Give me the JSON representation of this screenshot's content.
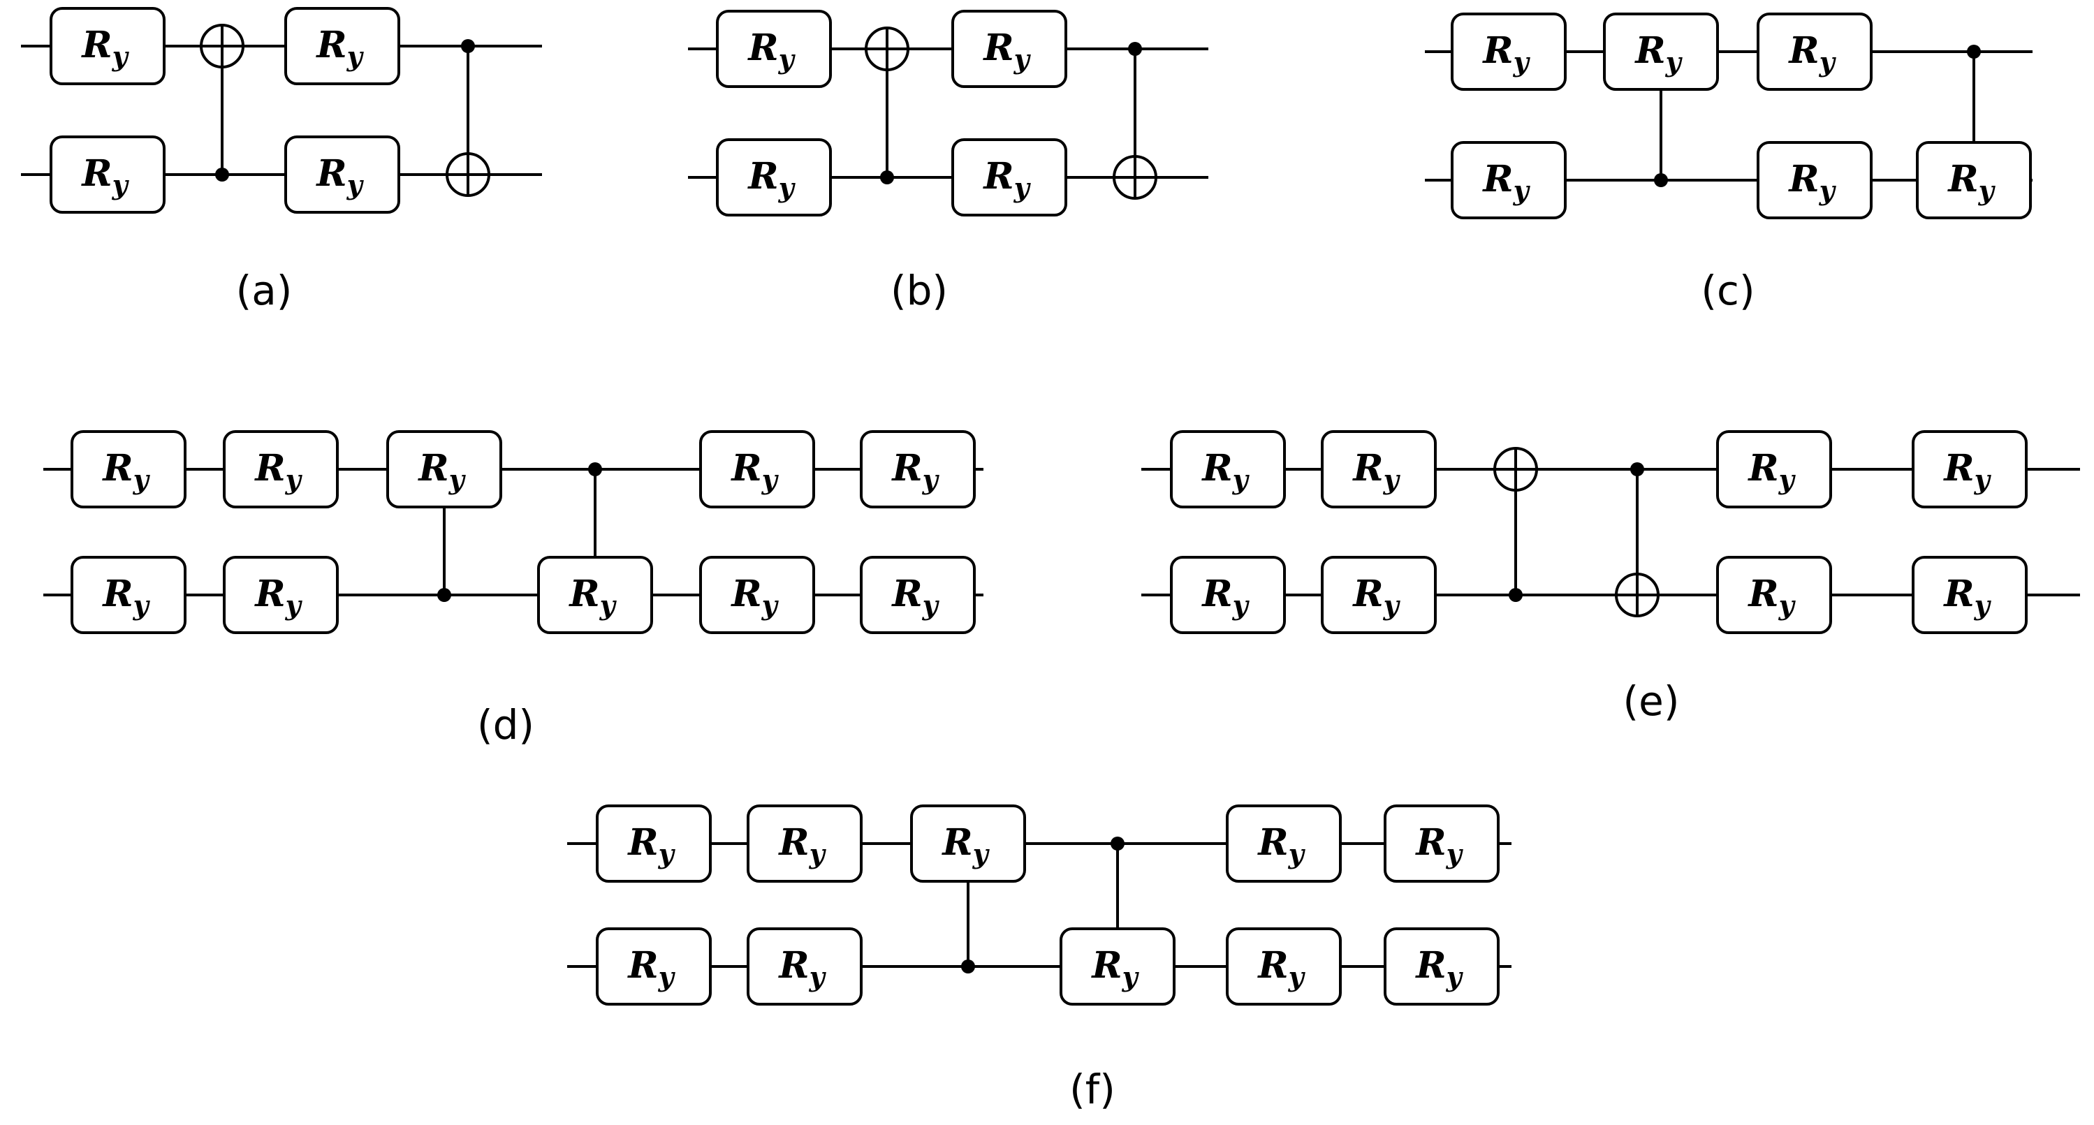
{
  "gate_label": {
    "main": "R",
    "sub": "y"
  },
  "panels": [
    {
      "caption": "(a)",
      "gates": [
        {
          "kind": "ry",
          "wire": 0,
          "col": 0
        },
        {
          "kind": "ry",
          "wire": 1,
          "col": 0
        },
        {
          "kind": "cnot",
          "target": 0,
          "control": 1,
          "col": 1
        },
        {
          "kind": "ry",
          "wire": 0,
          "col": 2
        },
        {
          "kind": "ry",
          "wire": 1,
          "col": 2
        },
        {
          "kind": "cnot",
          "target": 1,
          "control": 0,
          "col": 3
        }
      ]
    },
    {
      "caption": "(b)",
      "gates": [
        {
          "kind": "ry",
          "wire": 0,
          "col": 0
        },
        {
          "kind": "ry",
          "wire": 1,
          "col": 0
        },
        {
          "kind": "cnot",
          "target": 0,
          "control": 1,
          "col": 1
        },
        {
          "kind": "ry",
          "wire": 0,
          "col": 2
        },
        {
          "kind": "ry",
          "wire": 1,
          "col": 2
        },
        {
          "kind": "cnot",
          "target": 1,
          "control": 0,
          "col": 3
        }
      ]
    },
    {
      "caption": "(c)",
      "gates": [
        {
          "kind": "ry",
          "wire": 0,
          "col": 0
        },
        {
          "kind": "ry",
          "wire": 1,
          "col": 0
        },
        {
          "kind": "cry",
          "target": 0,
          "control": 1,
          "col": 1
        },
        {
          "kind": "ry",
          "wire": 0,
          "col": 2
        },
        {
          "kind": "ry",
          "wire": 1,
          "col": 2
        },
        {
          "kind": "cry",
          "target": 1,
          "control": 0,
          "col": 3
        }
      ]
    },
    {
      "caption": "(d)",
      "gates": [
        {
          "kind": "ry",
          "wire": 0,
          "col": 0
        },
        {
          "kind": "ry",
          "wire": 1,
          "col": 0
        },
        {
          "kind": "ry",
          "wire": 0,
          "col": 1
        },
        {
          "kind": "ry",
          "wire": 1,
          "col": 1
        },
        {
          "kind": "cry",
          "target": 0,
          "control": 1,
          "col": 2
        },
        {
          "kind": "cry",
          "target": 1,
          "control": 0,
          "col": 3
        },
        {
          "kind": "ry",
          "wire": 0,
          "col": 4
        },
        {
          "kind": "ry",
          "wire": 1,
          "col": 4
        },
        {
          "kind": "ry",
          "wire": 0,
          "col": 5
        },
        {
          "kind": "ry",
          "wire": 1,
          "col": 5
        }
      ]
    },
    {
      "caption": "(e)",
      "gates": [
        {
          "kind": "ry",
          "wire": 0,
          "col": 0
        },
        {
          "kind": "ry",
          "wire": 1,
          "col": 0
        },
        {
          "kind": "ry",
          "wire": 0,
          "col": 1
        },
        {
          "kind": "ry",
          "wire": 1,
          "col": 1
        },
        {
          "kind": "cnot",
          "target": 0,
          "control": 1,
          "col": 2
        },
        {
          "kind": "cnot",
          "target": 1,
          "control": 0,
          "col": 3
        },
        {
          "kind": "ry",
          "wire": 0,
          "col": 4
        },
        {
          "kind": "ry",
          "wire": 1,
          "col": 4
        },
        {
          "kind": "ry",
          "wire": 0,
          "col": 5
        },
        {
          "kind": "ry",
          "wire": 1,
          "col": 5
        }
      ]
    },
    {
      "caption": "(f)",
      "gates": [
        {
          "kind": "ry",
          "wire": 0,
          "col": 0
        },
        {
          "kind": "ry",
          "wire": 1,
          "col": 0
        },
        {
          "kind": "ry",
          "wire": 0,
          "col": 1
        },
        {
          "kind": "ry",
          "wire": 1,
          "col": 1
        },
        {
          "kind": "cry",
          "target": 0,
          "control": 1,
          "col": 2
        },
        {
          "kind": "cry",
          "target": 1,
          "control": 0,
          "col": 3
        },
        {
          "kind": "ry",
          "wire": 0,
          "col": 4
        },
        {
          "kind": "ry",
          "wire": 1,
          "col": 4
        },
        {
          "kind": "ry",
          "wire": 0,
          "col": 5
        },
        {
          "kind": "ry",
          "wire": 1,
          "col": 5
        }
      ]
    }
  ]
}
